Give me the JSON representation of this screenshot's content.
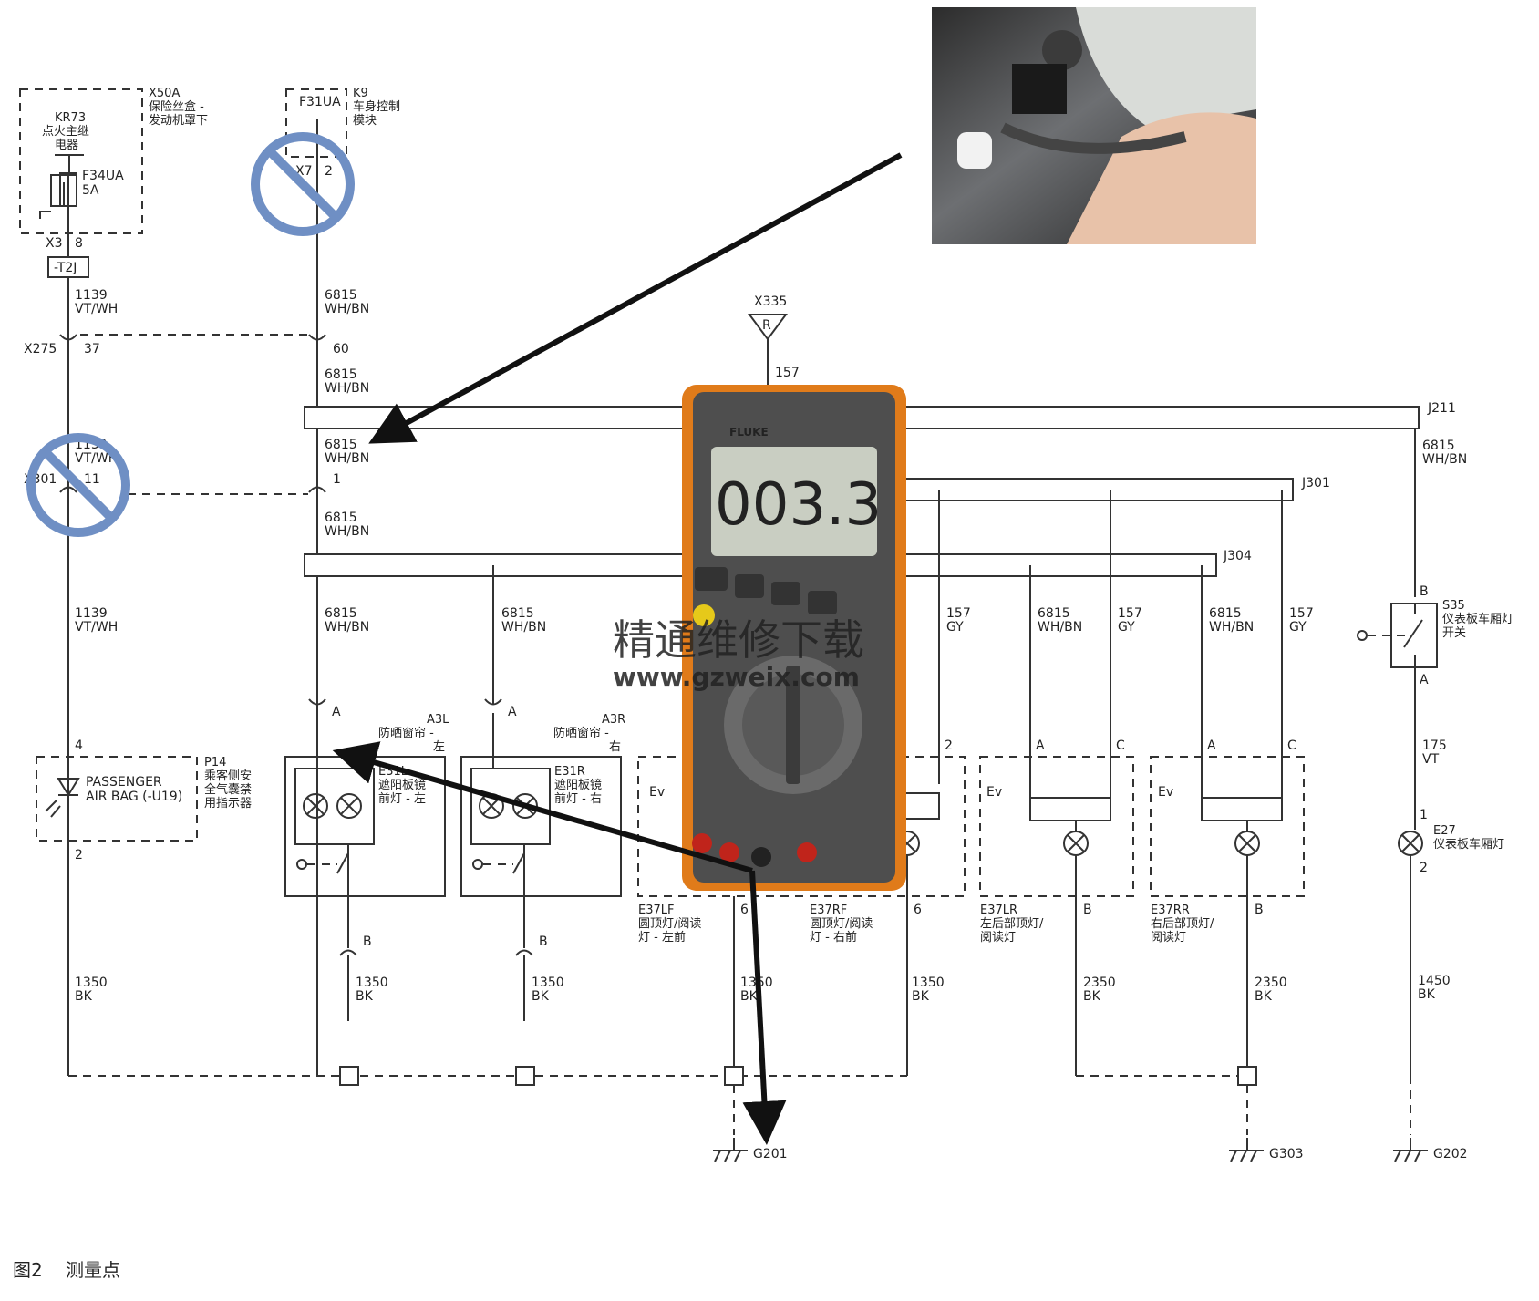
{
  "caption": {
    "figure": "图2",
    "title": "测量点"
  },
  "watermark": {
    "line1": "精通维修下载",
    "line2": "www.gzweix.com",
    "color": "#f08a4b"
  },
  "multimeter": {
    "reading": "003.3",
    "brand": "FLUKE",
    "body_color": "#e07b1a"
  },
  "inset_photo": {
    "description_icon": "connector-photo"
  },
  "components": {
    "x50a": {
      "code": "X50A",
      "name_line1": "保险丝盒 -",
      "name_line2": "发动机罩下"
    },
    "kr73": {
      "code": "KR73",
      "name_line1": "点火主继",
      "name_line2": "电器"
    },
    "f34ua": {
      "code": "F34UA",
      "rating": "5A"
    },
    "x3": {
      "code": "X3",
      "pin": "8"
    },
    "t2j": {
      "code": "-T2J"
    },
    "k9": {
      "code": "K9",
      "name_line1": "车身控制",
      "name_line2": "模块"
    },
    "f31ua": {
      "code": "F31UA"
    },
    "x7": {
      "code": "X7",
      "pin": "2"
    },
    "x275": {
      "code": "X275",
      "pin_left": "37",
      "pin_right": "60"
    },
    "x301": {
      "code": "X301",
      "pin_left": "11",
      "pin_right": "1"
    },
    "x335": {
      "code": "X335",
      "letter": "R"
    },
    "j211": {
      "code": "J211"
    },
    "j301": {
      "code": "J301"
    },
    "j304": {
      "code": "J304"
    },
    "a3l": {
      "code": "A3L",
      "name_line1": "防晒窗帘 -",
      "name_line2": "左"
    },
    "a3r": {
      "code": "A3R",
      "name_line1": "防晒窗帘 -",
      "name_line2": "右"
    },
    "e31l": {
      "code": "E31L",
      "name_line1": "遮阳板镜",
      "name_line2": "前灯 - 左"
    },
    "e31r": {
      "code": "E31R",
      "name_line1": "遮阳板镜",
      "name_line2": "前灯 - 右"
    },
    "p14": {
      "code": "P14",
      "name_line1": "乘客侧安",
      "name_line2": "全气囊禁",
      "name_line3": "用指示器",
      "en_line1": "PASSENGER",
      "en_line2": "AIR BAG (-U19)"
    },
    "e37lf": {
      "code": "E37LF",
      "name_line1": "圆顶灯/阅读",
      "name_line2": "灯 - 左前"
    },
    "e37rf": {
      "code": "E37RF",
      "name_line1": "圆顶灯/阅读",
      "name_line2": "灯 - 右前"
    },
    "e37lr": {
      "code": "E37LR",
      "name_line1": "左后部顶灯/",
      "name_line2": "阅读灯"
    },
    "e37rr": {
      "code": "E37RR",
      "name_line1": "右后部顶灯/",
      "name_line2": "阅读灯"
    },
    "s35": {
      "code": "S35",
      "name_line1": "仪表板车厢灯",
      "name_line2": "开关"
    },
    "e27": {
      "code": "E27",
      "name_line1": "仪表板车厢灯"
    },
    "g201": {
      "code": "G201"
    },
    "g303": {
      "code": "G303"
    },
    "g202": {
      "code": "G202"
    }
  },
  "wires": {
    "w1139": {
      "circuit": "1139",
      "color": "VT/WH"
    },
    "w1139_partial": {
      "circuit": "1139",
      "color": "VT/WH"
    },
    "w6815": {
      "circuit": "6815",
      "color": "WH/BN"
    },
    "w157": {
      "circuit": "157",
      "color": "GY"
    },
    "w175": {
      "circuit": "175",
      "color": "VT"
    },
    "w1350": {
      "circuit": "1350",
      "color": "BK"
    },
    "w2350": {
      "circuit": "2350",
      "color": "BK"
    },
    "w1450": {
      "circuit": "1450",
      "color": "BK"
    }
  },
  "pins": {
    "a": "A",
    "b": "B",
    "c": "C",
    "p1": "1",
    "p2": "2",
    "p4": "4",
    "p6": "6"
  }
}
